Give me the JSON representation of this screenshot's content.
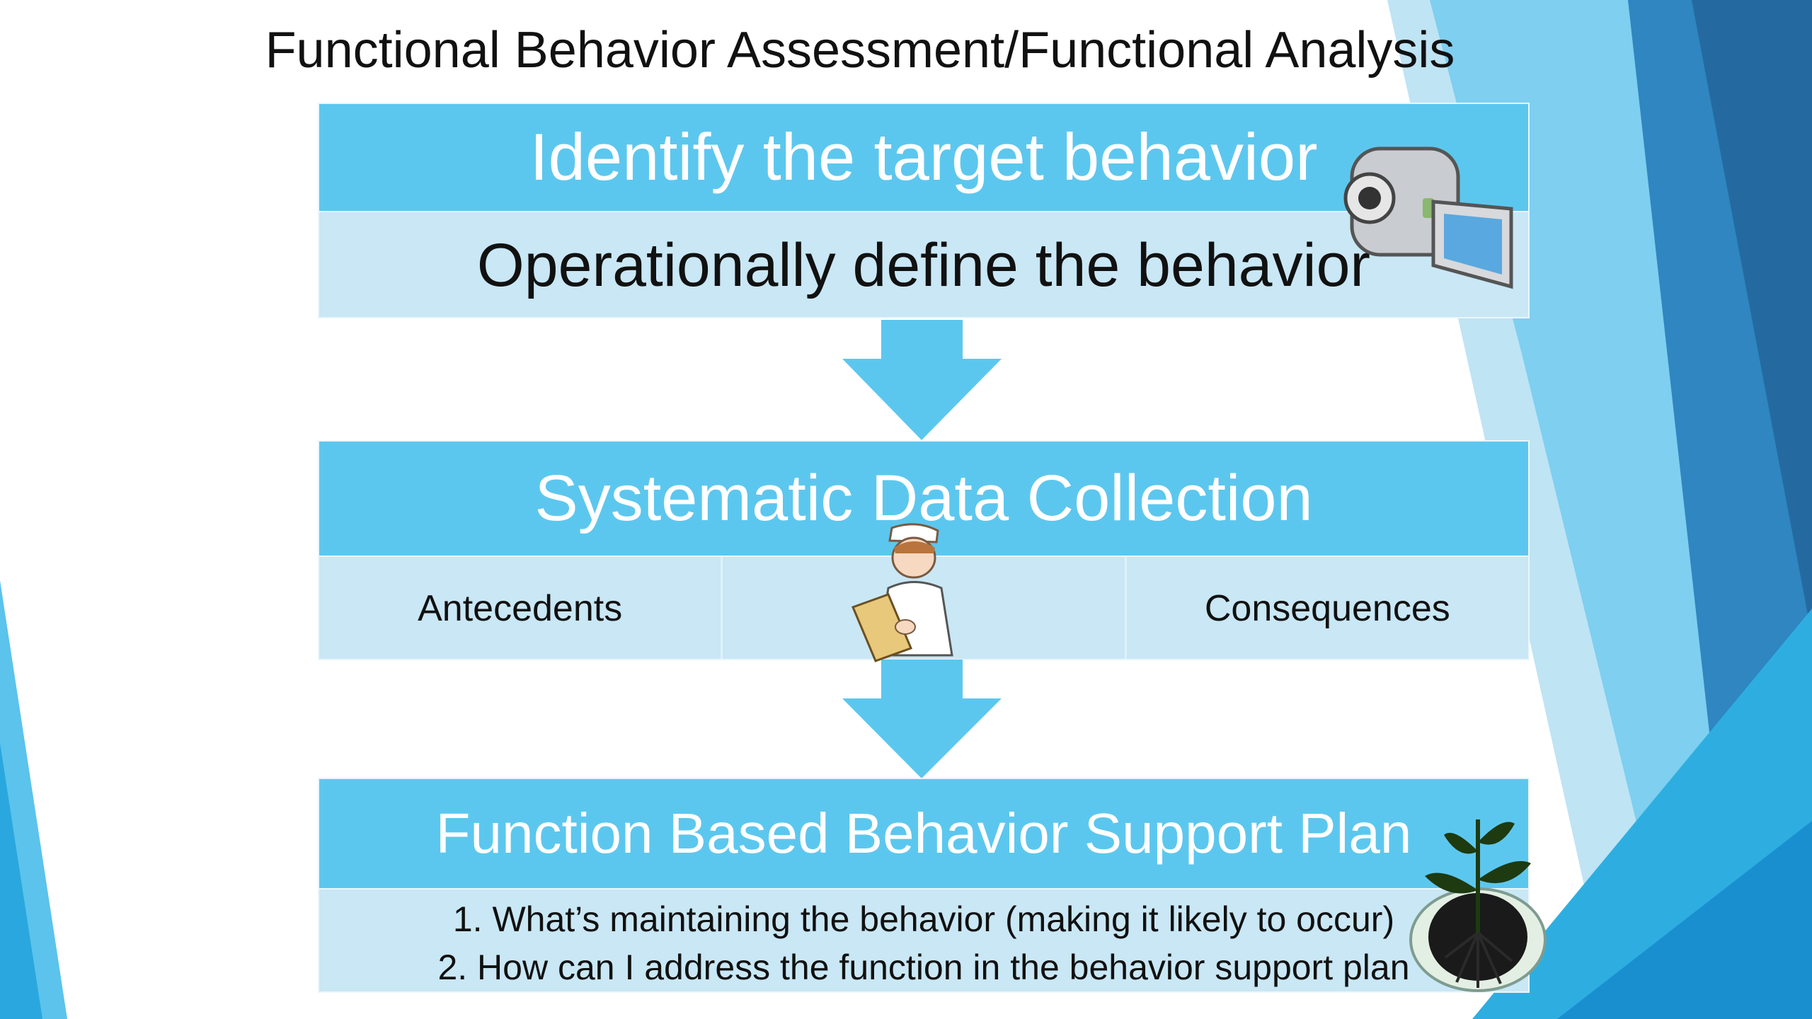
{
  "title": "Functional Behavior Assessment/Functional Analysis",
  "colors": {
    "band": "#5cc7ee",
    "sub": "#c9e7f5",
    "accent_dark": "#2673a8"
  },
  "step1": {
    "heading": "Identify the target behavior",
    "detail": "Operationally define the behavior"
  },
  "step2": {
    "heading": "Systematic Data Collection",
    "left": "Antecedents",
    "right": "Consequences"
  },
  "step3": {
    "heading": "Function Based Behavior Support Plan",
    "items": [
      "1. What’s maintaining the behavior (making it likely to occur)",
      "2. How can I address the function in the behavior support plan"
    ]
  },
  "icons": [
    "video-camera-icon",
    "nurse-clipboard-icon",
    "plant-roots-icon",
    "down-arrow-icon"
  ]
}
